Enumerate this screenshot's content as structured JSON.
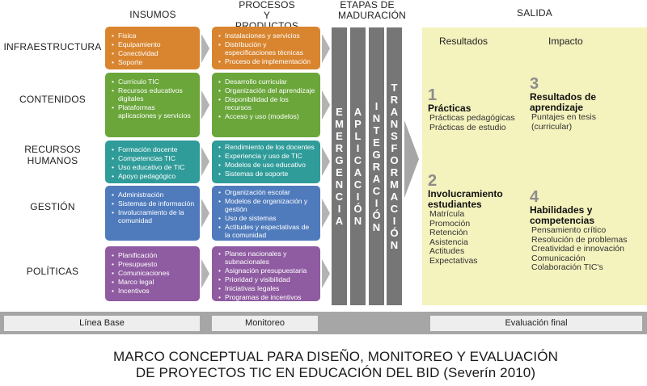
{
  "headers": {
    "insumos": "INSUMOS",
    "procesos": "PROCESOS Y PRODUCTOS",
    "etapas": "ETAPAS DE MADURACIÓN",
    "salida": "SALIDA"
  },
  "colors": {
    "infraestructura": "#d9852f",
    "contenidos": "#6aa63a",
    "recursos_humanos": "#2f9c9a",
    "gestion": "#4f7bbd",
    "politicas": "#8f5ba1",
    "stage_bar": "#767676",
    "salida_panel": "#f4f2bd"
  },
  "rows": [
    {
      "label": "INFRAESTRUCTURA",
      "insumos": [
        "Fisica",
        "Equipamiento",
        "Conectividad",
        "Soporte"
      ],
      "procesos": [
        "Instalaciones y servicios",
        "Distribución y especificaciones técnicas",
        "Proceso de implementación"
      ]
    },
    {
      "label": "CONTENIDOS",
      "insumos": [
        "Currículo TIC",
        "Recursos educativos digitales",
        "Plataformas aplicaciones y servicios"
      ],
      "procesos": [
        "Desarrollo curricular",
        "Organización del aprendizaje",
        "Disponibilidad de los recursos",
        "Acceso y uso (modelos)"
      ]
    },
    {
      "label": "RECURSOS HUMANOS",
      "insumos": [
        "Formación docente",
        "Competencias TIC",
        "Uso educativo de TIC",
        "Apoyo pedagógico"
      ],
      "procesos": [
        "Rendimiento de los docentes",
        "Experiencia y uso de TIC",
        "Modelos de uso educativo",
        "Sistemas de soporte"
      ]
    },
    {
      "label": "GESTIÓN",
      "insumos": [
        "Administración",
        "Sistemas de información",
        "Involucramiento de la comunidad"
      ],
      "procesos": [
        "Organización escolar",
        "Modelos de organización y gestión",
        "Uso de sistemas",
        "Actitudes y espectativas de la comunidad"
      ]
    },
    {
      "label": "POLÍTICAS",
      "insumos": [
        "Planificación",
        "Presupuesto",
        "Comunicaciones",
        "Marco legal",
        "Incentivos"
      ],
      "procesos": [
        "Planes nacionales y subnacionales",
        "Asignación presupuestaria",
        "Prioridad y visibilidad",
        "Iniciativas legales",
        "Programas de incentivos"
      ]
    }
  ],
  "stages": [
    "EMERGENCIA",
    "APLICACIÓN",
    "INTEGRACIÓN",
    "TRANSFORMACIÓN"
  ],
  "salida": {
    "resultados_label": "Resultados",
    "impacto_label": "Impacto",
    "outputs": [
      {
        "number": "1",
        "title": "Prácticas",
        "items": [
          "Prácticas pedagógicas",
          "Prácticas de estudio"
        ]
      },
      {
        "number": "2",
        "title": "Involucramiento estudiantes",
        "items": [
          "Matrícula",
          "Promoción",
          "Retención",
          "Asistencia",
          "Actitudes",
          "Expectativas"
        ]
      },
      {
        "number": "3",
        "title": "Resultados de aprendizaje",
        "items": [
          "Puntajes en tesis (curricular)"
        ]
      },
      {
        "number": "4",
        "title": "Habilidades y competencias",
        "items": [
          "Pensamiento crítico",
          "Resolución de problemas",
          "Creatividad e innovación",
          "Comunicación",
          "Colaboración TIC's"
        ]
      }
    ]
  },
  "phases": [
    "Línea Base",
    "Monitoreo",
    "Evaluación final"
  ],
  "caption": {
    "line1": "MARCO CONCEPTUAL PARA DISEÑO, MONITOREO Y EVALUACIÓN",
    "line2": "DE PROYECTOS TIC EN EDUCACIÓN DEL BID (Severín 2010)"
  }
}
